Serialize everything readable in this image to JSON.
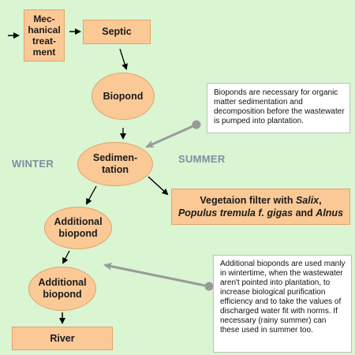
{
  "nodes": {
    "mechanical": "Mec-\nhanical\ntreat-\nment",
    "septic": "Septic",
    "biopond": "Biopond",
    "sedimentation": "Sedimen-\ntation",
    "vegetation_line1_pre": "Vegetaion filter with ",
    "vegetation_line1_italic": "Salix",
    "vegetation_line1_post": ",",
    "vegetation_line2_italic": "Populus tremula f. gigas",
    "vegetation_line2_post": " and ",
    "vegetation_line2_italic2": "Alnus",
    "additional1": "Additional\nbiopond",
    "additional2": "Additional\nbiopond",
    "river": "River"
  },
  "seasons": {
    "winter": "WINTER",
    "summer": "SUMMER"
  },
  "notes": {
    "biopond_note": "Bioponds are necessary for organic matter sedimentation and decomposition before the wastewater is pumped into plantation.",
    "additional_note": "Additional bioponds are used manly in wintertime, when the wastewater aren't pointed into plantation, to increase biological purification efficiency and to take the values of discharged water fit  with norms. If necessary (rainy summer) can these used in summer too."
  },
  "colors": {
    "background": "#d9f5d2",
    "node_fill": "#fbc996",
    "note_fill": "#ffffff",
    "season_text": "#7d8fa0",
    "arrow": "#000000",
    "pointer": "#9a9a9a"
  }
}
